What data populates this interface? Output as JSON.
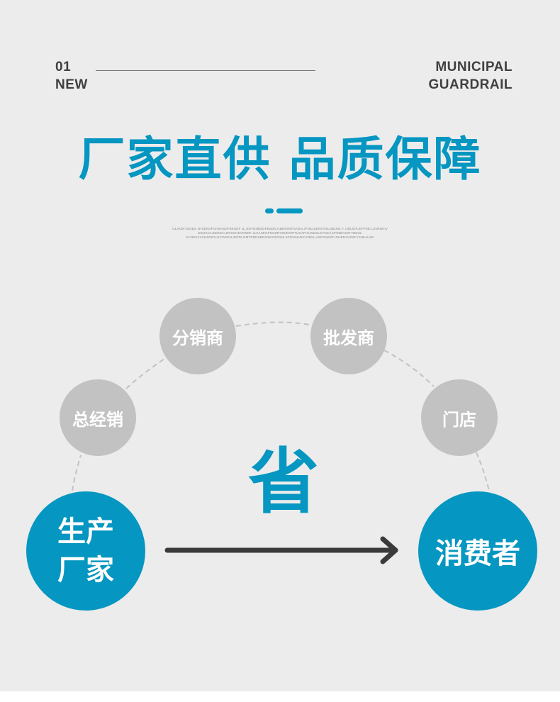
{
  "header": {
    "number": "01",
    "word": "NEW",
    "brand_line1": "MUNICIPAL",
    "brand_line2": "GUARDRAIL"
  },
  "title": "厂家直供 品质保障",
  "subtitle_lines": [
    "OLJKDFJGDDS JHSDKDFGHNASDFBKSDF JL,SDYNNBSDFBSDN,GBDFBNFSADN JFNKJSDNFOSLDBLML F. ODLIDFJIIFPSEJ,GNFDKIV",
    "DSGKLFJSDNGA,DFSGHDVRSDF JLKASEGFNCDRYBHDXIPTUCAFHLINDSLSYNCX,MYNBASDFYBDSL",
    "KVNDKJYCHSDIFUJLFDSGN,IMFDLGMTRRDKBRJOKSDGGNI.SFDVNKJKCYNDK,ASFGNKDF,IGHBNYKDSFYJNKALSD"
  ],
  "chain": {
    "distributor": "分销商",
    "wholesaler": "批发商",
    "general_agent": "总经销",
    "store": "门店"
  },
  "producer_line1": "生产",
  "producer_line2": "厂家",
  "consumer": "消费者",
  "save": "省",
  "colors": {
    "accent": "#0596c1",
    "gray_circle": "#c2c2c2",
    "background": "#ececec",
    "arrow": "#3a3a3a"
  }
}
